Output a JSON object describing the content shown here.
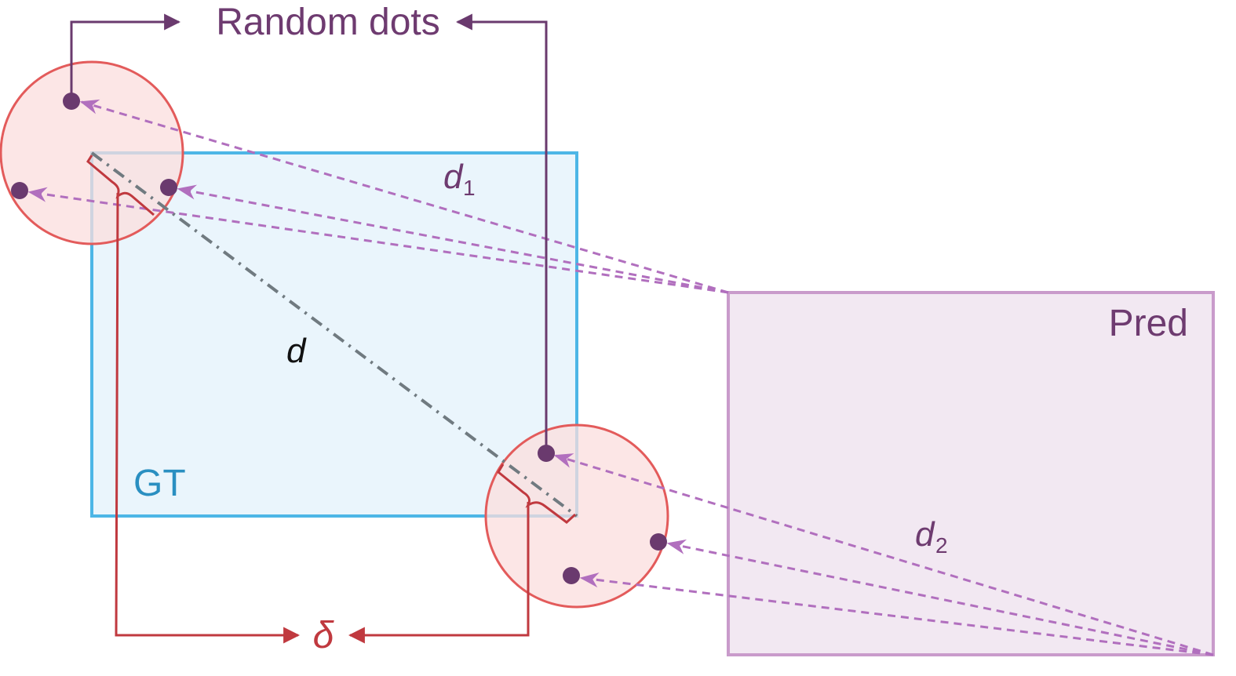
{
  "labels": {
    "random_dots": "Random dots",
    "pred": "Pred",
    "gt": "GT",
    "d": "d",
    "d1_base": "d",
    "d1_sub": "1",
    "d2_base": "d",
    "d2_sub": "2",
    "delta": "δ"
  },
  "colors": {
    "gt_stroke": "#4db6e6",
    "gt_fill": "#eaf5fc",
    "gt_text": "#2a8fc1",
    "pred_stroke": "#c99bcb",
    "pred_fill": "#f2e8f2",
    "pred_text": "#6e3b70",
    "circle_stroke": "#e35b5b",
    "circle_fill": "#fbdede",
    "dot": "#6a3a6e",
    "dashed": "#b16fbe",
    "random_dots_text": "#6e3b70",
    "delta": "#c0393f",
    "diagonal": "#707a80"
  }
}
